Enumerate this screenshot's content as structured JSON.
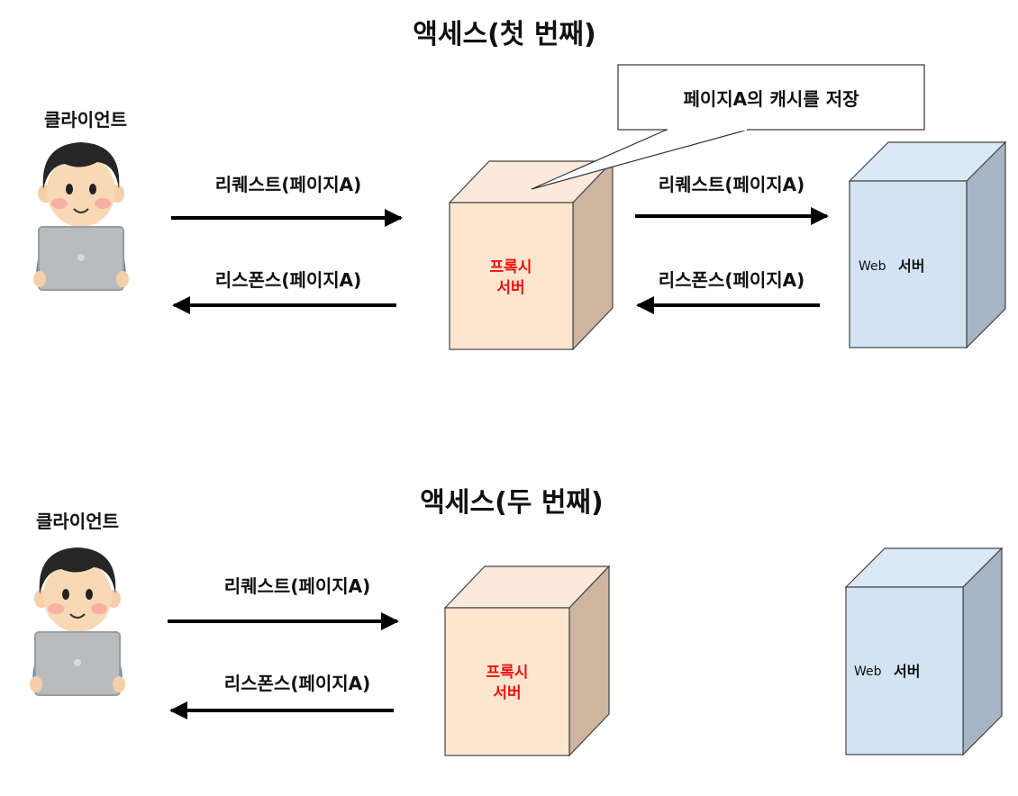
{
  "colors": {
    "proxy_front": "#fde5cf",
    "proxy_top": "#fbeadc",
    "proxy_side": "#cdb5a0",
    "web_front": "#d3e3f3",
    "web_top": "#dbe8f5",
    "web_side": "#a6b4c3",
    "proxy_text": "#ee1111",
    "arrow": "#000000"
  },
  "section1": {
    "title": "액세스(첫 번째)",
    "client_label": "클라이언트",
    "request_left": "리퀘스트(페이지A)",
    "response_left": "리스폰스(페이지A)",
    "proxy_line1": "프록시",
    "proxy_line2": "서버",
    "callout": "페이지A의 캐시를 저장",
    "request_right": "리퀘스트(페이지A)",
    "response_right": "리스폰스(페이지A)",
    "web_en": "Web",
    "web_ko": "서버"
  },
  "section2": {
    "title": "액세스(두 번째)",
    "client_label": "클라이언트",
    "request_left": "리퀘스트(페이지A)",
    "response_left": "리스폰스(페이지A)",
    "proxy_line1": "프록시",
    "proxy_line2": "서버",
    "web_en": "Web",
    "web_ko": "서버"
  }
}
